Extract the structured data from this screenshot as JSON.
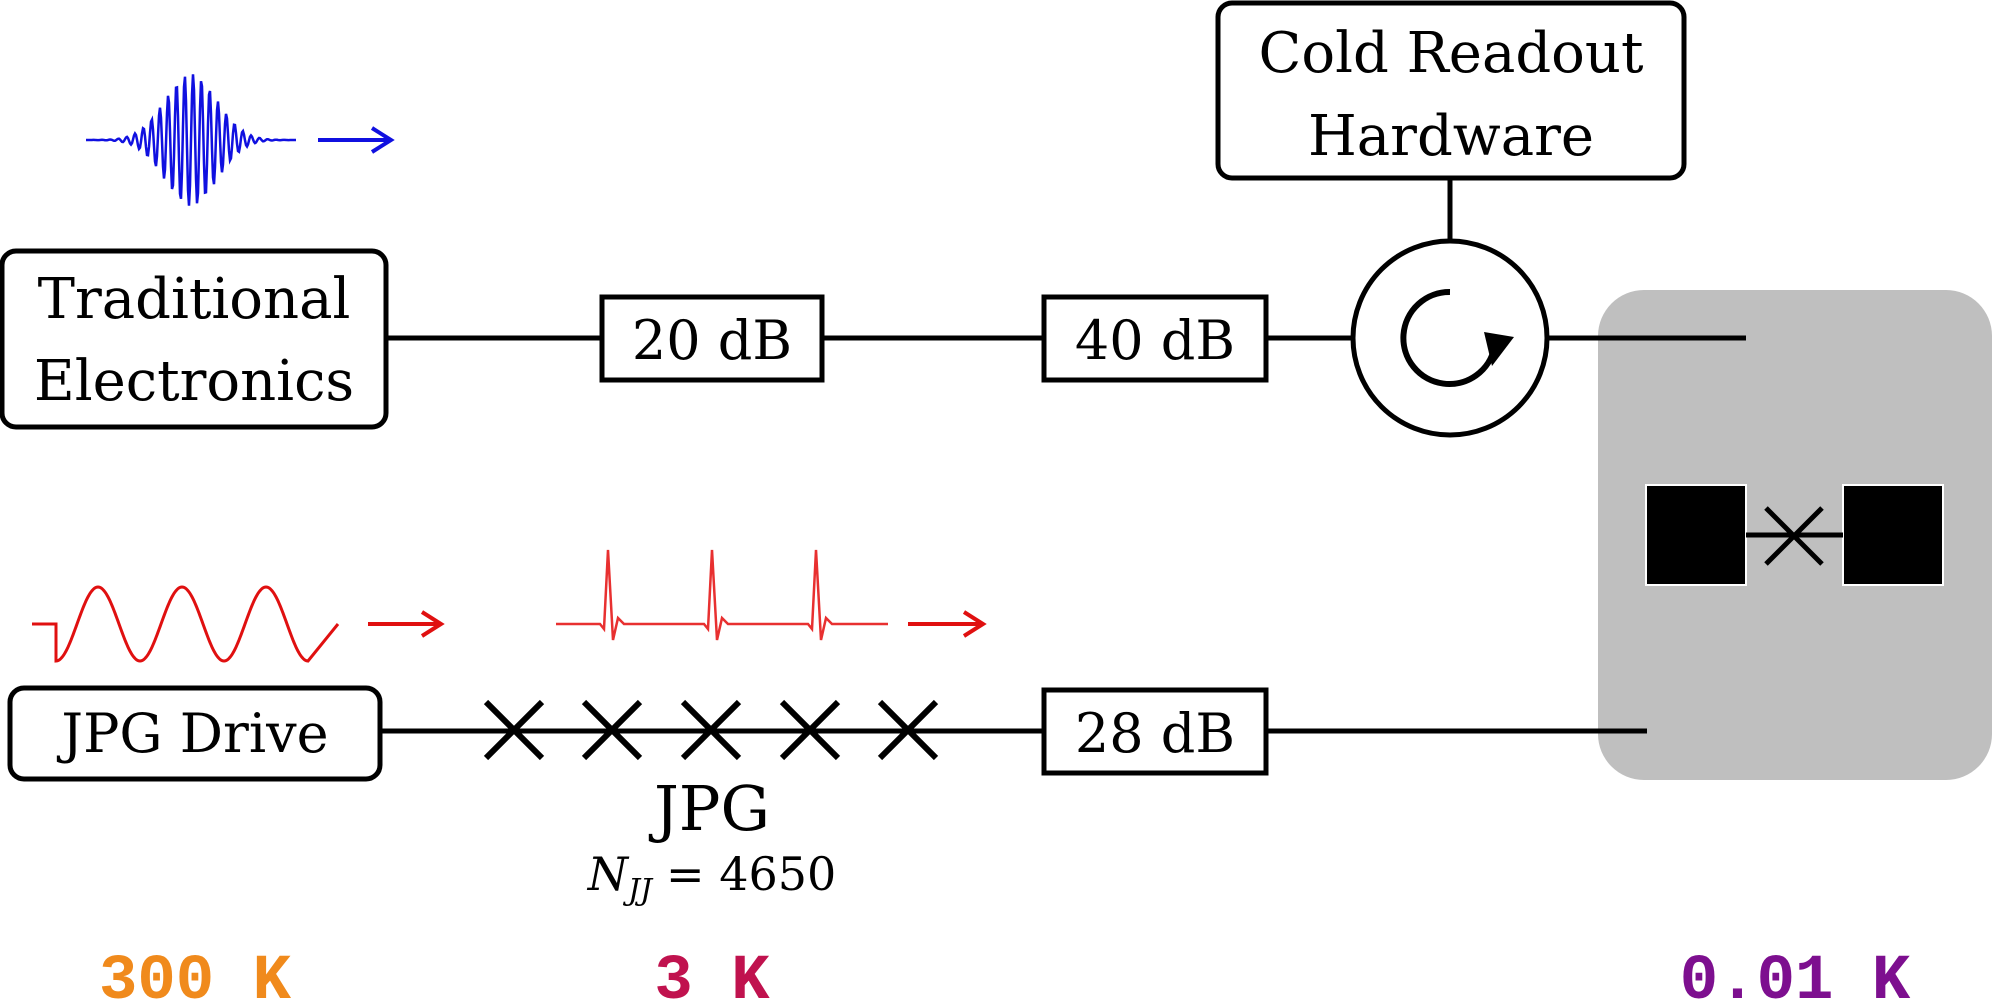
{
  "boxes": {
    "traditional_line1": "Traditional",
    "traditional_line2": "Electronics",
    "jpg_drive": "JPG Drive",
    "cold_readout_line1": "Cold Readout",
    "cold_readout_line2": "Hardware",
    "atten_20": "20 dB",
    "atten_40": "40 dB",
    "atten_28": "28 dB"
  },
  "jpg": {
    "label": "JPG",
    "njj_symbol": "N",
    "njj_subscript": "JJ",
    "njj_value": "= 4650"
  },
  "temperatures": {
    "room": "300 K",
    "cold": "3 K",
    "mixing": "0.01 K"
  },
  "colors": {
    "room": "#f08a1c",
    "cold": "#c0124e",
    "mixing": "#7d0f8f",
    "microwave_pulse": "#1010e0",
    "drive_wave": "#e01010",
    "sfq_pulse": "#e83030",
    "qubit_region": "#bfbfbf"
  }
}
